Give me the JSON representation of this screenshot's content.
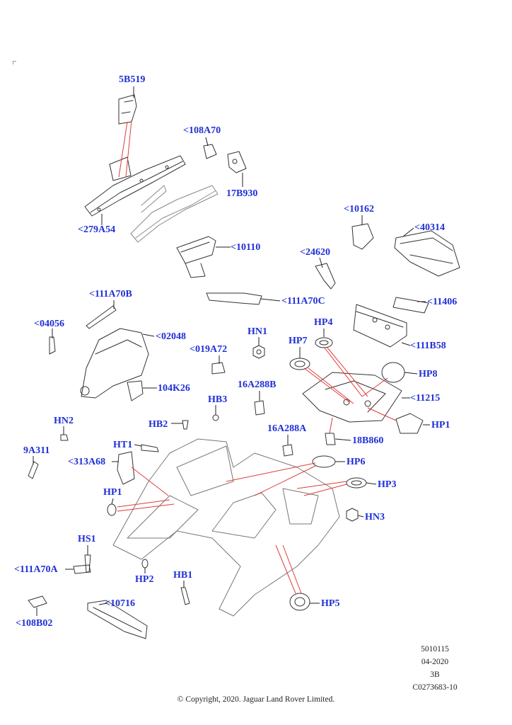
{
  "labels": {
    "l5B519": "5B519",
    "l108A70": "<108A70",
    "l17B930": "17B930",
    "l279A54": "<279A54",
    "l10162": "<10162",
    "l40314": "<40314",
    "l10110": "<10110",
    "l24620": "<24620",
    "l111A70C": "<111A70C",
    "l11406": "<11406",
    "l111A70B": "<111A70B",
    "l04056": "<04056",
    "l02048": "<02048",
    "lHN1": "HN1",
    "lHP4": "HP4",
    "l111B58": "<111B58",
    "l019A72": "<019A72",
    "lHP7": "HP7",
    "lHP8": "HP8",
    "l104K26": "104K26",
    "l16A288B": "16A288B",
    "l11215": "<11215",
    "lHB3": "HB3",
    "lHP1a": "HP1",
    "lHN2": "HN2",
    "lHB2": "HB2",
    "l16A288A": "16A288A",
    "l18B860": "18B860",
    "l9A311": "9A311",
    "lHT1": "HT1",
    "l313A68": "<313A68",
    "lHP6": "HP6",
    "lHP3": "HP3",
    "lHP1b": "HP1",
    "lHN3": "HN3",
    "lHS1": "HS1",
    "l111A70A": "<111A70A",
    "lHP2": "HP2",
    "lHB1": "HB1",
    "l10716": "<10716",
    "lHP5": "HP5",
    "l108B02": "<108B02"
  },
  "meta": {
    "code": "5010115",
    "date": "04-2020",
    "rev": "3B",
    "ref": "C0273683-10"
  },
  "copyright": "© Copyright, 2020. Jaguar Land Rover Limited.",
  "colors": {
    "label": "#1f2fd6",
    "leader": "#e23b3b",
    "part": "#333333"
  }
}
